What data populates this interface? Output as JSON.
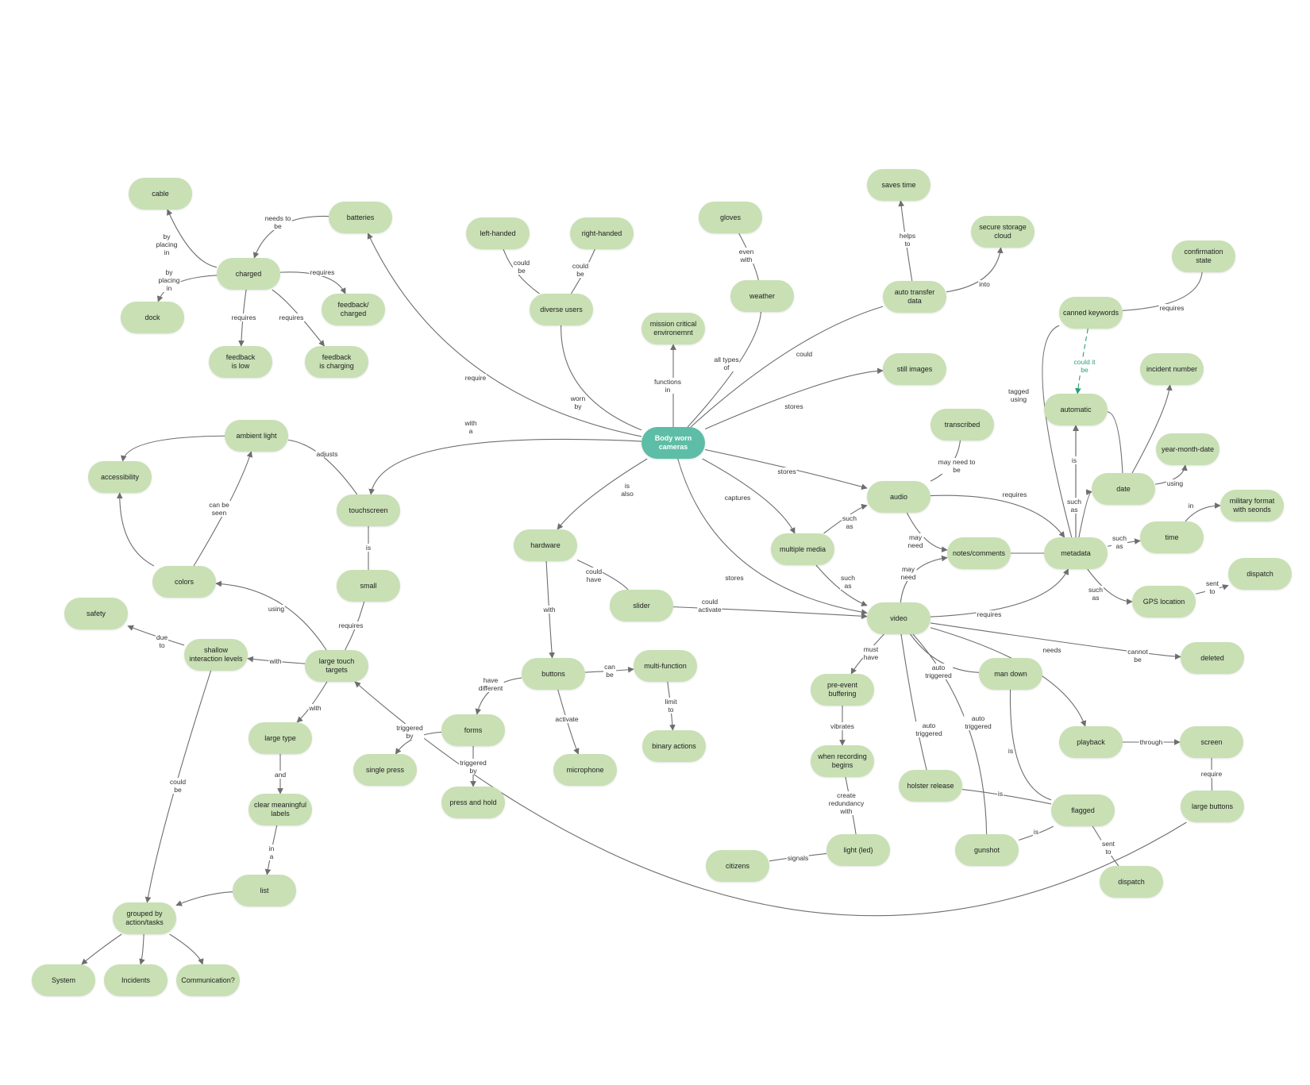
{
  "diagram": {
    "title": "",
    "colors": {
      "node_fill": "#c8e0b4",
      "central_fill": "#5dbda6",
      "central_text": "#ffffff",
      "edge": "#6e6e6e",
      "dashed_edge": "#2a9d7c"
    },
    "nodes": [
      {
        "id": "body",
        "label": "Body worn\ncameras",
        "central": true
      },
      {
        "id": "cable",
        "label": "cable"
      },
      {
        "id": "batteries",
        "label": "batteries"
      },
      {
        "id": "charged",
        "label": "charged"
      },
      {
        "id": "dock",
        "label": "dock"
      },
      {
        "id": "fb_charged",
        "label": "feedback/\ncharged"
      },
      {
        "id": "fb_low",
        "label": "feedback\nis low"
      },
      {
        "id": "fb_charging",
        "label": "feedback\nis charging"
      },
      {
        "id": "left",
        "label": "left-handed"
      },
      {
        "id": "right",
        "label": "right-handed"
      },
      {
        "id": "diverse",
        "label": "diverse users"
      },
      {
        "id": "mission",
        "label": "mission critical\nenvironemnt"
      },
      {
        "id": "gloves",
        "label": "gloves"
      },
      {
        "id": "weather",
        "label": "weather"
      },
      {
        "id": "saves",
        "label": "saves time"
      },
      {
        "id": "secure",
        "label": "secure storage\ncloud"
      },
      {
        "id": "autotransfer",
        "label": "auto transfer\ndata"
      },
      {
        "id": "confirm",
        "label": "confirmation\nstate"
      },
      {
        "id": "canned",
        "label": "canned keywords"
      },
      {
        "id": "still",
        "label": "still images"
      },
      {
        "id": "incident",
        "label": "incident number"
      },
      {
        "id": "automatic",
        "label": "automatic"
      },
      {
        "id": "transcribed",
        "label": "transcribed"
      },
      {
        "id": "ymd",
        "label": "year-month-date"
      },
      {
        "id": "military",
        "label": "military format\nwith seonds"
      },
      {
        "id": "date",
        "label": "date"
      },
      {
        "id": "audio",
        "label": "audio"
      },
      {
        "id": "time",
        "label": "time"
      },
      {
        "id": "notes",
        "label": "notes/comments"
      },
      {
        "id": "metadata",
        "label": "metadata"
      },
      {
        "id": "multimedia",
        "label": "multiple media"
      },
      {
        "id": "dispatch1",
        "label": "dispatch"
      },
      {
        "id": "gps",
        "label": "GPS location"
      },
      {
        "id": "video",
        "label": "video"
      },
      {
        "id": "deleted",
        "label": "deleted"
      },
      {
        "id": "ambient",
        "label": "ambient light"
      },
      {
        "id": "accessibility",
        "label": "accessibility"
      },
      {
        "id": "touchscreen",
        "label": "touchscreen"
      },
      {
        "id": "hardware",
        "label": "hardware"
      },
      {
        "id": "colors",
        "label": "colors"
      },
      {
        "id": "small",
        "label": "small"
      },
      {
        "id": "slider",
        "label": "slider"
      },
      {
        "id": "safety",
        "label": "safety"
      },
      {
        "id": "shallow",
        "label": "shallow\ninteraction levels"
      },
      {
        "id": "largetouch",
        "label": "large touch\ntargets"
      },
      {
        "id": "buttons",
        "label": "buttons"
      },
      {
        "id": "multifunction",
        "label": "multi-function"
      },
      {
        "id": "preevent",
        "label": "pre-event\nbuffering"
      },
      {
        "id": "mandown",
        "label": "man down"
      },
      {
        "id": "forms",
        "label": "forms"
      },
      {
        "id": "largetype",
        "label": "large type"
      },
      {
        "id": "single",
        "label": "single press"
      },
      {
        "id": "microphone",
        "label": "microphone"
      },
      {
        "id": "binary",
        "label": "binary actions"
      },
      {
        "id": "playback",
        "label": "playback"
      },
      {
        "id": "screen",
        "label": "screen"
      },
      {
        "id": "whenrec",
        "label": "when recording\nbegins"
      },
      {
        "id": "holster",
        "label": "holster release"
      },
      {
        "id": "presshold",
        "label": "press and hold"
      },
      {
        "id": "clearlabels",
        "label": "clear meaningful\nlabels"
      },
      {
        "id": "largebuttons",
        "label": "large buttons"
      },
      {
        "id": "flagged",
        "label": "flagged"
      },
      {
        "id": "light",
        "label": "light (led)"
      },
      {
        "id": "gunshot",
        "label": "gunshot"
      },
      {
        "id": "citizens",
        "label": "citizens"
      },
      {
        "id": "dispatch2",
        "label": "dispatch"
      },
      {
        "id": "list",
        "label": "list"
      },
      {
        "id": "grouped",
        "label": "grouped by\naction/tasks"
      },
      {
        "id": "system",
        "label": "System"
      },
      {
        "id": "incidents",
        "label": "Incidents"
      },
      {
        "id": "communication",
        "label": "Communication?"
      }
    ],
    "edges": [
      {
        "label": "by\nplacing\nin"
      },
      {
        "label": "by\nplacing\nin"
      },
      {
        "label": "needs to\nbe"
      },
      {
        "label": "requires"
      },
      {
        "label": "requires"
      },
      {
        "label": "requires"
      },
      {
        "label": "require"
      },
      {
        "label": "could\nbe"
      },
      {
        "label": "could\nbe"
      },
      {
        "label": "worn\nby"
      },
      {
        "label": "functions\nin"
      },
      {
        "label": "even\nwith"
      },
      {
        "label": "all types\nof"
      },
      {
        "label": "helps\nto"
      },
      {
        "label": "into"
      },
      {
        "label": "could"
      },
      {
        "label": "stores"
      },
      {
        "label": "requires"
      },
      {
        "label": "could it\nbe",
        "dashed": true
      },
      {
        "label": "tagged\nusing"
      },
      {
        "label": "such\nas"
      },
      {
        "label": ""
      },
      {
        "label": "is"
      },
      {
        "label": ""
      },
      {
        "label": "using"
      },
      {
        "label": "in"
      },
      {
        "label": "such\nas"
      },
      {
        "label": "such\nas"
      },
      {
        "label": "such\nas"
      },
      {
        "label": "sent\nto"
      },
      {
        "label": "may need to\nbe"
      },
      {
        "label": "requires"
      },
      {
        "label": "stores"
      },
      {
        "label": "captures"
      },
      {
        "label": "such\nas"
      },
      {
        "label": "such\nas"
      },
      {
        "label": "may\nneed"
      },
      {
        "label": "may\nneed"
      },
      {
        "label": ""
      },
      {
        "label": "stores"
      },
      {
        "label": "requires"
      },
      {
        "label": "cannot\nbe"
      },
      {
        "label": "needs"
      },
      {
        "label": "through"
      },
      {
        "label": "require"
      },
      {
        "label": "must\nhave"
      },
      {
        "label": "vibrates"
      },
      {
        "label": "create\nredundancy\nwith"
      },
      {
        "label": "signals"
      },
      {
        "label": "auto\ntriggered"
      },
      {
        "label": "auto\ntriggered"
      },
      {
        "label": "auto\ntriggered"
      },
      {
        "label": "is"
      },
      {
        "label": "is"
      },
      {
        "label": "is"
      },
      {
        "label": "sent\nto"
      },
      {
        "label": "is\nalso"
      },
      {
        "label": "could\nhave"
      },
      {
        "label": "could\nactivate"
      },
      {
        "label": "with"
      },
      {
        "label": "can\nbe"
      },
      {
        "label": "limit\nto"
      },
      {
        "label": "activate"
      },
      {
        "label": "have\ndifferent"
      },
      {
        "label": "triggered\nby"
      },
      {
        "label": "triggered\nby"
      },
      {
        "label": "with\na"
      },
      {
        "label": "adjusts"
      },
      {
        "label": ""
      },
      {
        "label": "can be\nseen"
      },
      {
        "label": ""
      },
      {
        "label": "is"
      },
      {
        "label": "requires"
      },
      {
        "label": "using"
      },
      {
        "label": "with"
      },
      {
        "label": "due\nto"
      },
      {
        "label": "with"
      },
      {
        "label": "and"
      },
      {
        "label": "in\na"
      },
      {
        "label": ""
      },
      {
        "label": "could\nbe"
      },
      {
        "label": ""
      },
      {
        "label": ""
      },
      {
        "label": ""
      },
      {
        "label": ""
      }
    ]
  }
}
